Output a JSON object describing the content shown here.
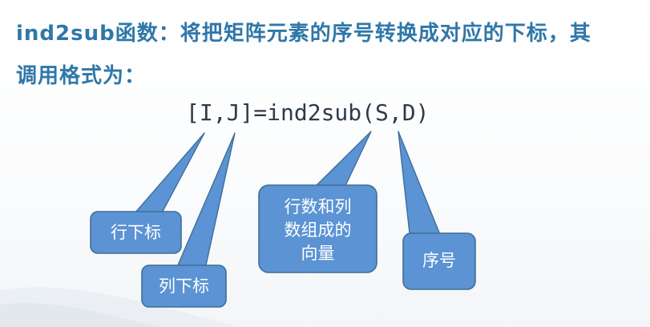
{
  "heading": {
    "line1": "ind2sub函数：将把矩阵元素的序号转换成对应的下标，其",
    "line2": "调用格式为："
  },
  "formula": "[I,J]=ind2sub(S,D)",
  "callouts": {
    "row_index": "行下标",
    "col_index": "列下标",
    "dims": [
      "行数和列",
      "数组成的",
      "向量"
    ],
    "serial": "序号"
  },
  "colors": {
    "heading": "#2f77a8",
    "formula": "#2f3a48",
    "callout_fill": "#5b93d4",
    "callout_stroke": "#3f6f98",
    "callout_text": "#ffffff"
  }
}
